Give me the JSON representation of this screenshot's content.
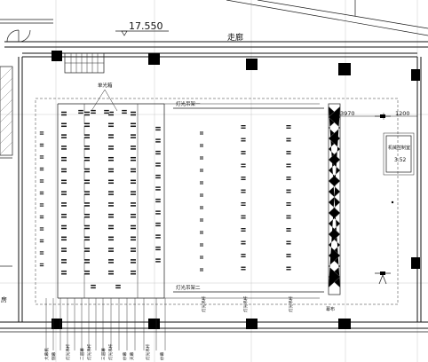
{
  "drawing": {
    "elevation": "17.550",
    "corridor": "走廊",
    "machine_room": "机械控制室",
    "machine_room_sub": "3.52",
    "dim_a": "3970",
    "dim_b": "1200",
    "top_tag": "单光箱",
    "light_row_1": "灯光吊架一",
    "light_row_2": "灯光吊架二",
    "left_edge_label": "房",
    "side_label": "幕布",
    "bottom_labels": [
      "大幕机",
      "侧幕",
      "灯光吊杆",
      "二道幕",
      "灯光吊杆",
      "三道幕",
      "灯光吊杆",
      "纱幕",
      "天幕",
      "灯光吊杆",
      "纱幕"
    ],
    "right_bottom_labels": [
      "灯光吊杆",
      "灯光吊杆",
      "灯光吊杆"
    ]
  }
}
